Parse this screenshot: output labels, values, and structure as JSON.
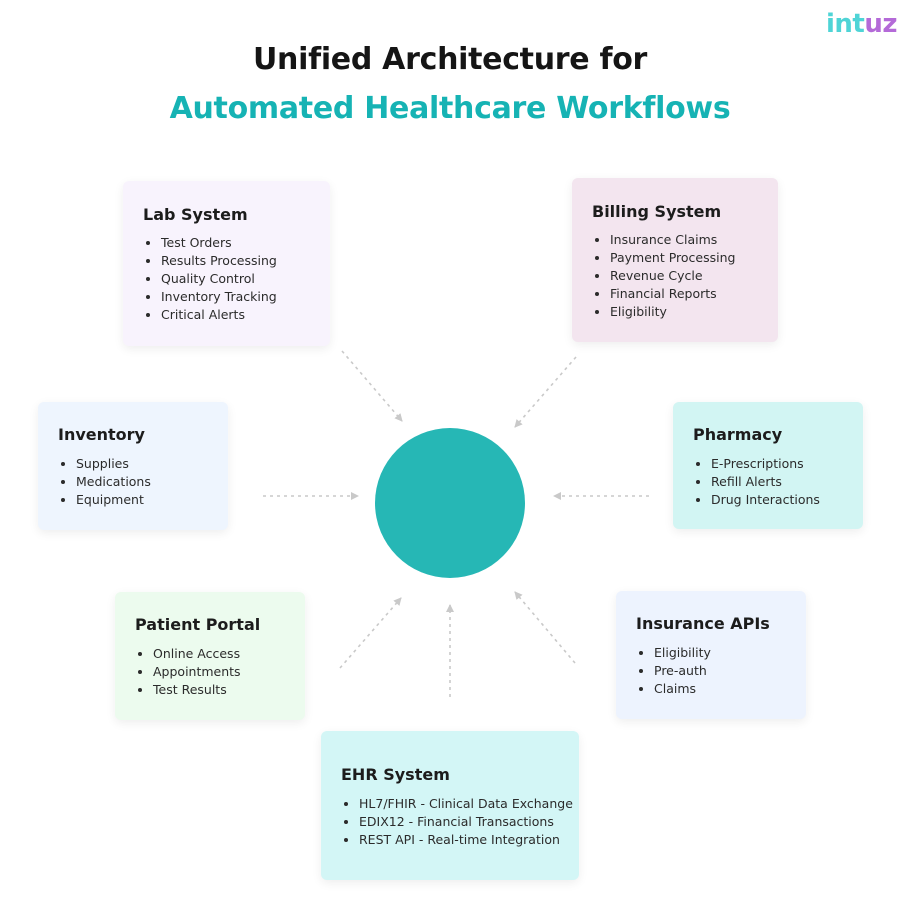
{
  "brand": {
    "logo_part1": "int",
    "logo_part2": "uz",
    "color_main": "#4fd4d6",
    "color_accent": "#b46ad8"
  },
  "header": {
    "title_line1": "Unified Architecture for",
    "title_line2": "Automated Healthcare Workflows",
    "title_color": "#151515",
    "accent_color": "#16b3b4"
  },
  "hub": {
    "color": "#26b7b5"
  },
  "nodes": {
    "lab": {
      "title": "Lab System",
      "items": [
        "Test Orders",
        "Results Processing",
        "Quality Control",
        "Inventory Tracking",
        "Critical Alerts"
      ],
      "color": "#f8f3fd"
    },
    "billing": {
      "title": "Billing System",
      "items": [
        "Insurance Claims",
        "Payment Processing",
        "Revenue Cycle",
        "Financial Reports",
        "Eligibility"
      ],
      "color": "#f3e5ef"
    },
    "inventory": {
      "title": "Inventory",
      "items": [
        "Supplies",
        "Medications",
        "Equipment"
      ],
      "color": "#eef5fe"
    },
    "pharmacy": {
      "title": "Pharmacy",
      "items": [
        "E-Prescriptions",
        "Refill Alerts",
        "Drug Interactions"
      ],
      "color": "#d2f5f3"
    },
    "portal": {
      "title": "Patient Portal",
      "items": [
        "Online Access",
        "Appointments",
        "Test Results"
      ],
      "color": "#ecfbee"
    },
    "insurance": {
      "title": "Insurance APIs",
      "items": [
        "Eligibility",
        "Pre-auth",
        "Claims"
      ],
      "color": "#edf3fe"
    },
    "ehr": {
      "title": "EHR System",
      "items": [
        "HL7/FHIR - Clinical Data Exchange",
        "EDIX12 - Financial Transactions",
        "REST API - Real-time Integration"
      ],
      "color": "#d3f6f6"
    }
  },
  "connector_color": "#c9c9c9"
}
